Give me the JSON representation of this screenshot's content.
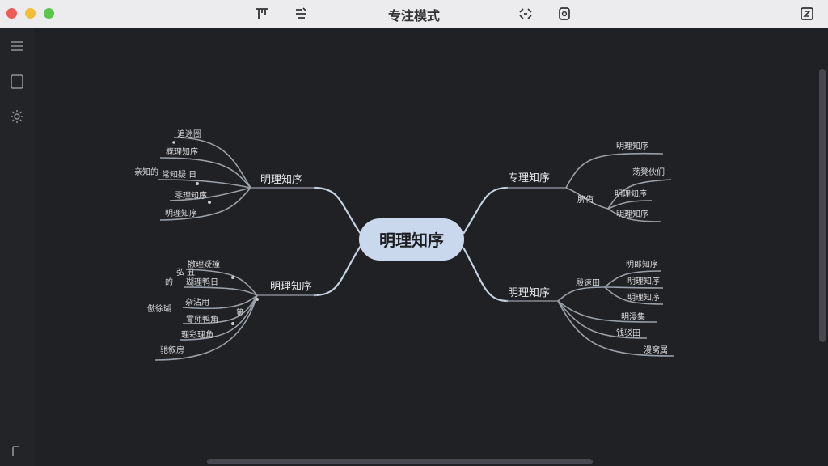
{
  "window": {
    "title": "专注模式"
  },
  "toolbar": {
    "icons": [
      "outline-icon",
      "format-icon",
      "layout-icon",
      "export-icon",
      "fullscreen-icon"
    ]
  },
  "sidebar": {
    "icons": [
      "menu-icon",
      "page-icon",
      "settings-icon",
      "corner-icon"
    ]
  },
  "mindmap": {
    "center": "明理知序",
    "left_top": {
      "label": "明理知序",
      "children": [
        "追迷圈",
        "概理知序",
        "常知疑 日",
        "零理知序",
        "明理知序"
      ],
      "extra": "亲知的"
    },
    "left_bottom": {
      "label": "明理知序",
      "children": [
        "撤理疑撞",
        "瑚理鸭日",
        "杂沾用",
        "零师鸭角",
        "理彩理角",
        "驰叙房"
      ],
      "side": [
        "弘 丑",
        "的",
        "傲徐瑚",
        "筻"
      ]
    },
    "right_top": {
      "label": "专理知序",
      "children": [
        "明理知序",
        "荡凳伙们",
        "明理知序",
        "明理知序"
      ],
      "mid": "脾侑"
    },
    "right_bottom": {
      "label": "明理知序",
      "mid": "殷速田",
      "children": [
        "明郎知序",
        "明理知序",
        "明理知序",
        "明浸集",
        "钱驳田",
        "漫窝属"
      ]
    }
  }
}
